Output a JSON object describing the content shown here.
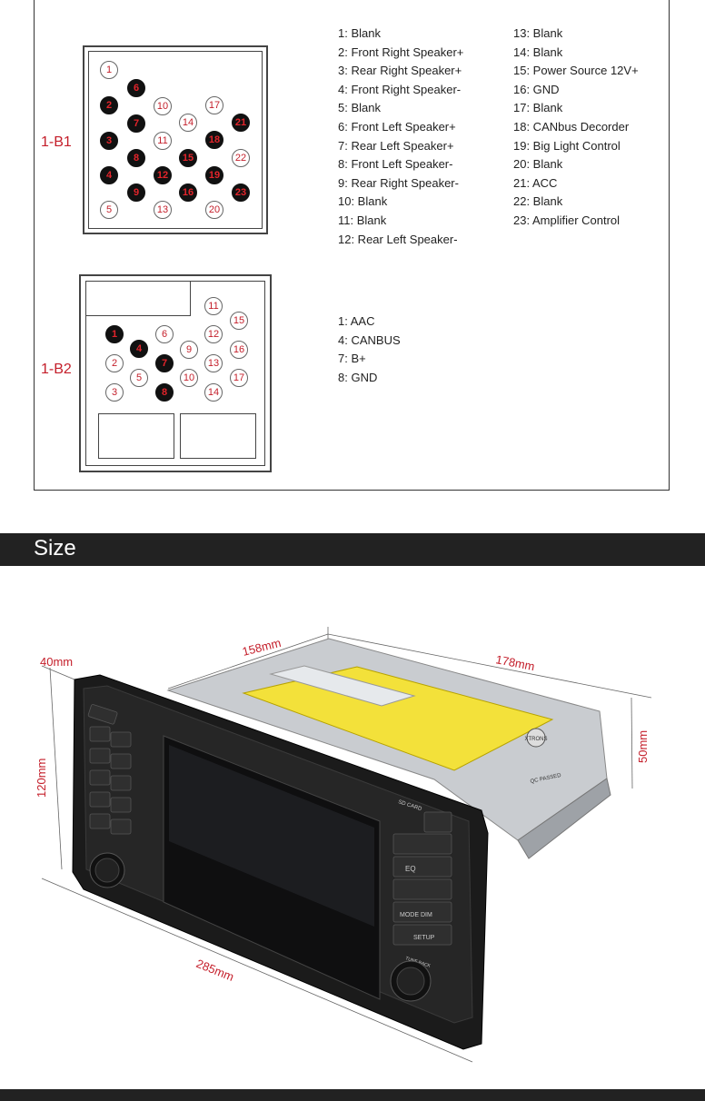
{
  "connector_b1": {
    "label": "1-B1",
    "pins_left": [
      "1: Blank",
      "2: Front Right Speaker+",
      "3: Rear Right Speaker+",
      "4: Front Right Speaker-",
      "5: Blank",
      "6: Front Left Speaker+",
      "7: Rear Left Speaker+",
      "8: Front Left Speaker-",
      "9: Rear Right Speaker-",
      "10: Blank",
      "11: Blank",
      "12: Rear Left Speaker-"
    ],
    "pins_right": [
      "13: Blank",
      "14: Blank",
      "15: Power Source 12V+",
      "16: GND",
      "17: Blank",
      "18: CANbus Decorder",
      "19: Big Light Control",
      "20: Blank",
      "21: ACC",
      "22: Blank",
      "23: Amplifier Control"
    ]
  },
  "connector_b2": {
    "label": "1-B2",
    "pins": [
      "1: AAC",
      "4: CANBUS",
      "7: B+",
      "8: GND"
    ]
  },
  "size_section": {
    "title": "Size",
    "dimensions": {
      "depth_front": "40mm",
      "top": "158mm",
      "depth": "178mm",
      "height_front": "120mm",
      "height_chassis": "50mm",
      "width": "285mm"
    }
  },
  "device_labels": {
    "sd_card": "SD CARD",
    "eq": "EQ",
    "mode_dim": "MODE DIM",
    "setup": "SETUP",
    "tune_back": "TUNE BACK",
    "qc": "QC PASSED"
  },
  "colors": {
    "accent": "#c41e2a",
    "bar": "#222222"
  }
}
